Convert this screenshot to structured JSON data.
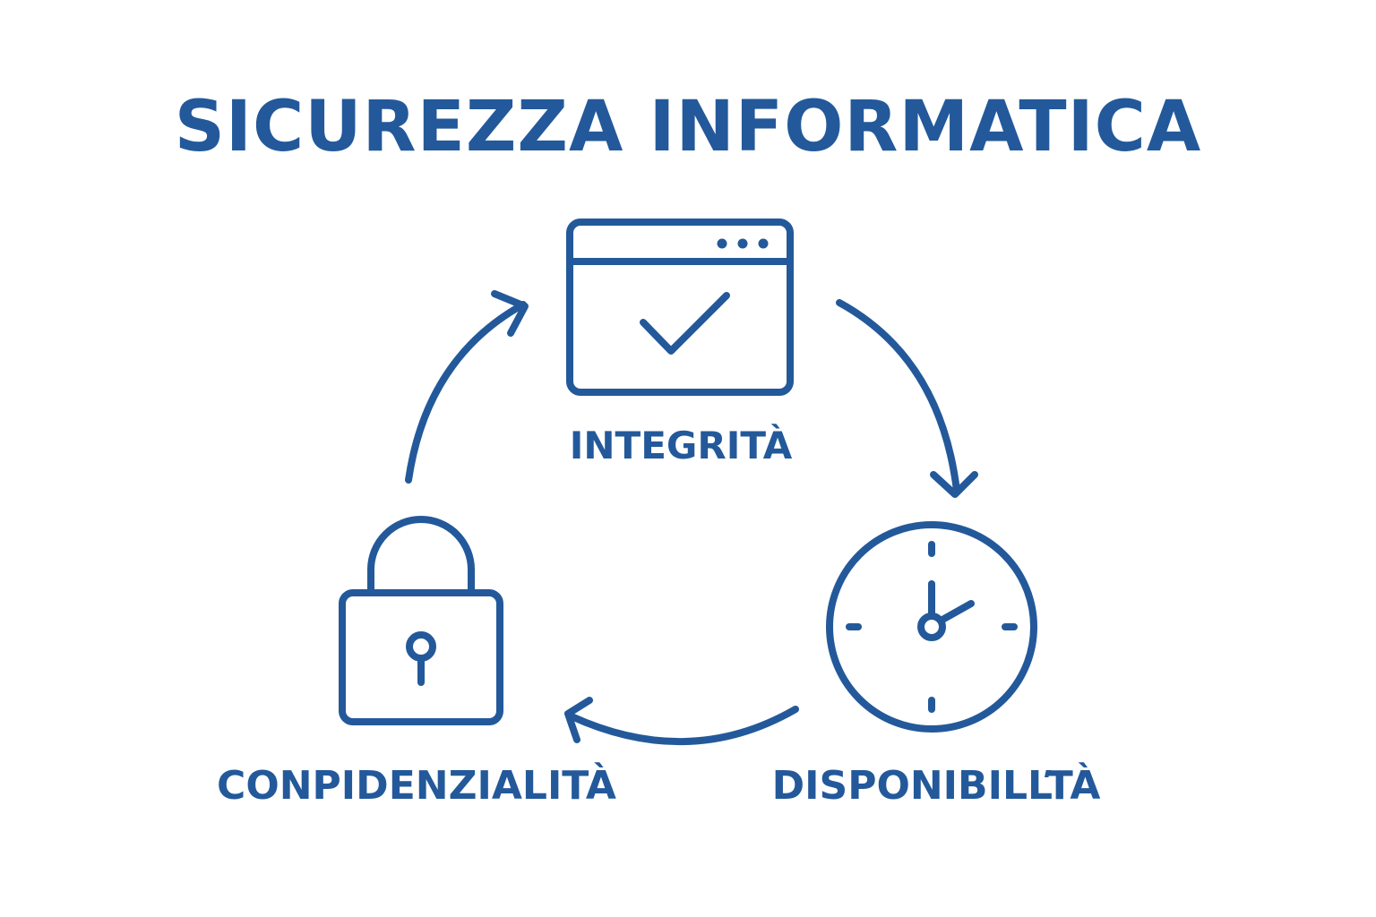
{
  "title": "SICUREZZA INFORMATICA",
  "colors": {
    "primary": "#23599a",
    "background": "#ffffff"
  },
  "nodes": [
    {
      "id": "integrita",
      "label": "INTEGRITÀ",
      "icon": "browser-window-check-icon"
    },
    {
      "id": "disponibilita",
      "label": "DISPONIBILĽTÀ",
      "icon": "clock-icon"
    },
    {
      "id": "confidenzialita",
      "label": "CONPIDENZIALITÀ",
      "icon": "padlock-icon"
    }
  ],
  "cycle": [
    {
      "from": "integrita",
      "to": "disponibilita"
    },
    {
      "from": "disponibilita",
      "to": "confidenzialita"
    },
    {
      "from": "confidenzialita",
      "to": "integrita"
    }
  ]
}
